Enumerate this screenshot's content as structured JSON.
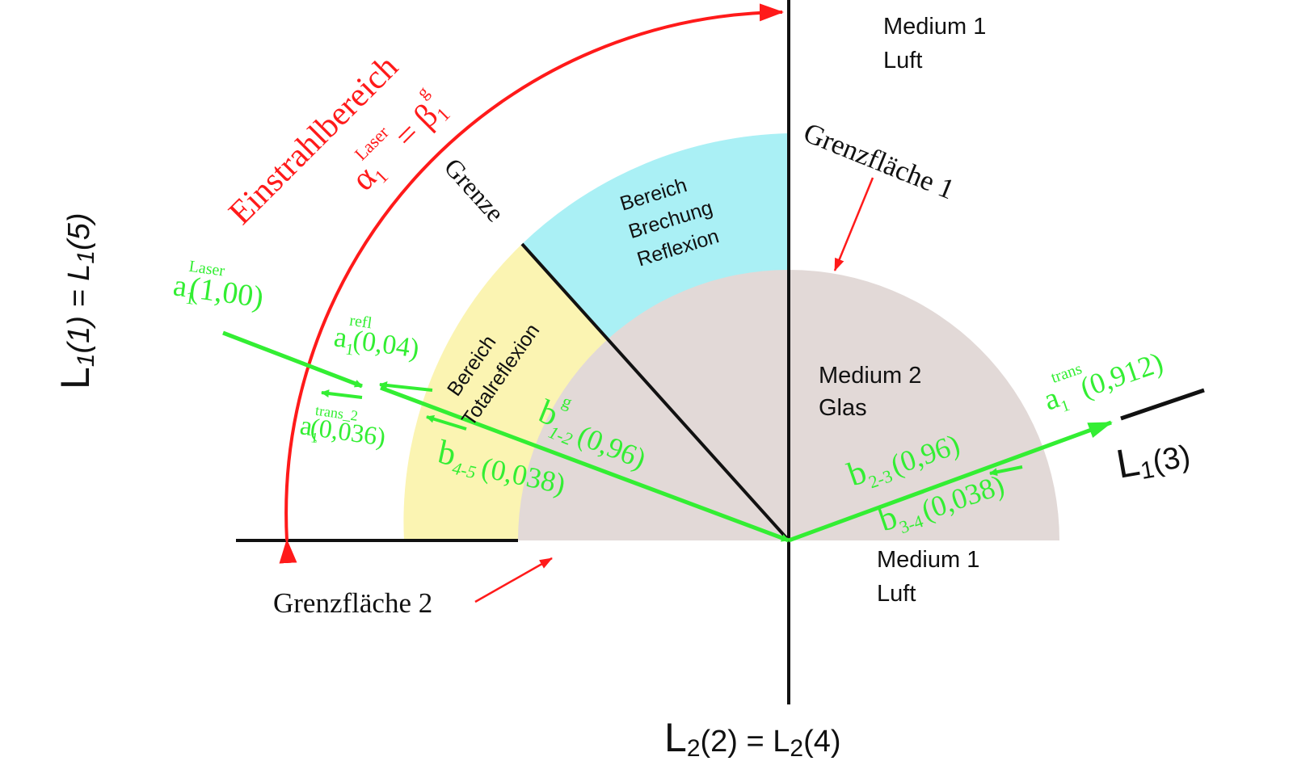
{
  "colors": {
    "red": "#ff1a1a",
    "green": "#33ee33",
    "black": "#111111",
    "glass": "#e2d9d7",
    "cyan": "#aaf0f5",
    "yellow": "#fbf4b2"
  },
  "labels": {
    "medium1_top": {
      "line1": "Medium 1",
      "line2": "Luft"
    },
    "medium1_bottom": {
      "line1": "Medium 1",
      "line2": "Luft"
    },
    "medium2": {
      "line1": "Medium 2",
      "line2": "Glas"
    },
    "grenzflaeche1": "Grenzfläche 1",
    "grenzflaeche2": "Grenzfläche 2",
    "grenze": "Grenze",
    "einstrahlbereich": "Einstrahlbereich",
    "bereich_brechung": {
      "line1": "Bereich",
      "line2": "Brechung",
      "line3": "Reflexion"
    },
    "bereich_total": {
      "line1": "Bereich",
      "line2": "Totalreflexion"
    },
    "l1_left": {
      "main": "L",
      "sub": "1",
      "arg": "(1) = L",
      "sub2": "1",
      "arg2": "(5)"
    },
    "l1_right": {
      "main": "L",
      "sub": "1",
      "arg": "(3)"
    },
    "l2_bottom": {
      "main": "L",
      "sub": "2",
      "arg": "(2) = L",
      "sub2": "2",
      "arg2": "(4)"
    }
  },
  "formulas": {
    "alpha": {
      "base": "α",
      "sub": "1",
      "sup": "Laser",
      "eq": "= β",
      "sub2": "1",
      "sup2": "g"
    },
    "a_laser": {
      "base": "a",
      "sub": "1",
      "sup": "Laser",
      "val": "(1,00)"
    },
    "a_refl": {
      "base": "a",
      "sub": "1",
      "sup": "refl",
      "val": "(0,04)"
    },
    "a_trans2": {
      "base": "a",
      "sub": "1",
      "sup": "trans_2",
      "val": "(0,036)"
    },
    "b_45": {
      "base": "b",
      "sub": "4-5",
      "val": "(0,038)"
    },
    "b_12": {
      "base": "b",
      "sub": "1-2",
      "sup": "g",
      "val": "(0,96)"
    },
    "b_23": {
      "base": "b",
      "sub": "2-3",
      "val": "(0,96)"
    },
    "b_34": {
      "base": "b",
      "sub": "3-4",
      "val": "(0,038)"
    },
    "a_trans": {
      "base": "a",
      "sub": "1",
      "sup": "trans",
      "val": "(0,912)"
    }
  }
}
